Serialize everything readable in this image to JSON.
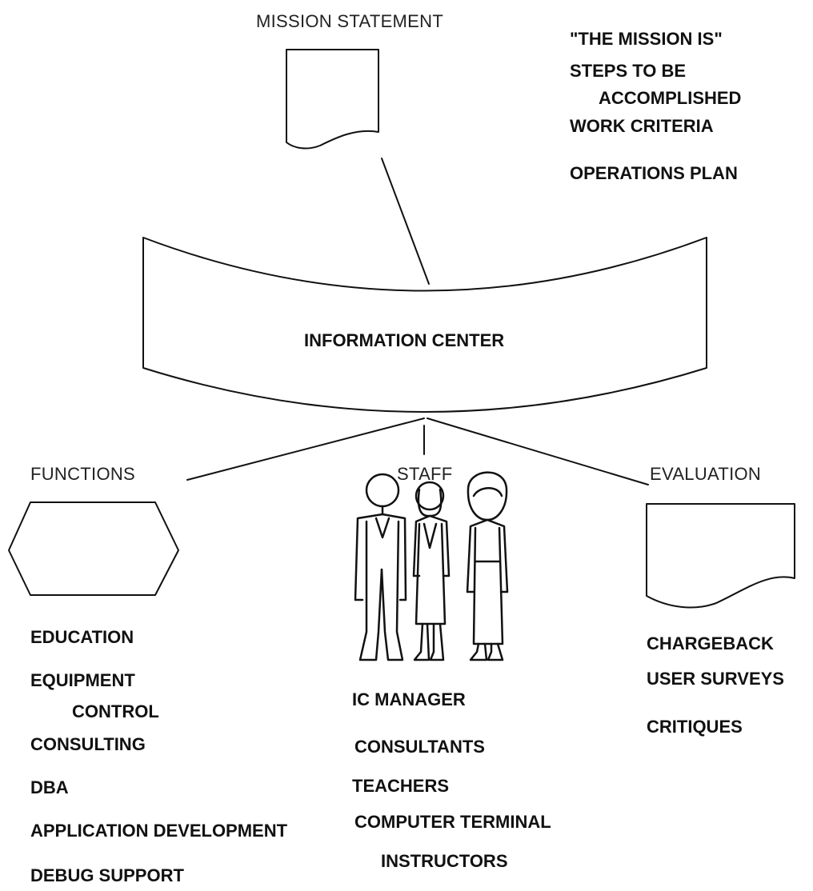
{
  "mission": {
    "heading": "MISSION STATEMENT",
    "notes": [
      "\"THE MISSION IS\"",
      "STEPS TO BE",
      "ACCOMPLISHED",
      "WORK CRITERIA",
      "OPERATIONS PLAN"
    ]
  },
  "center": {
    "label": "INFORMATION CENTER"
  },
  "functions": {
    "heading": "FUNCTIONS",
    "items": [
      "EDUCATION",
      "EQUIPMENT",
      "CONTROL",
      "CONSULTING",
      "DBA",
      "APPLICATION DEVELOPMENT",
      "DEBUG SUPPORT"
    ]
  },
  "staff": {
    "heading": "STAFF",
    "items": [
      "IC MANAGER",
      "CONSULTANTS",
      "TEACHERS",
      "COMPUTER TERMINAL",
      "INSTRUCTORS"
    ]
  },
  "evaluation": {
    "heading": "EVALUATION",
    "items": [
      "CHARGEBACK",
      "USER SURVEYS",
      "CRITIQUES"
    ]
  }
}
